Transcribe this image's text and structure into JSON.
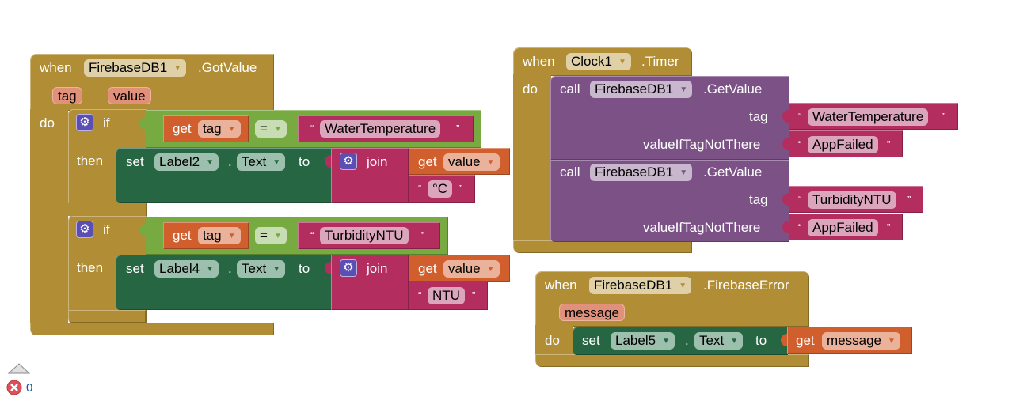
{
  "workspace": {
    "warning_count": "0",
    "error_count": "0"
  },
  "keywords": {
    "when": "when",
    "do": "do",
    "if": "if",
    "then": "then",
    "set": "set",
    "to": "to",
    "get": "get",
    "join": "join",
    "call": "call",
    "dot": ".",
    "open_quote": "“",
    "close_quote": "”",
    "equals": "="
  },
  "blocks": {
    "got_value": {
      "component": "FirebaseDB1",
      "event": ".GotValue",
      "params": [
        "tag",
        "value"
      ],
      "if1": {
        "compare_var": "tag",
        "operator": "=",
        "compare_text": "WaterTemperature",
        "set_component": "Label2",
        "set_property": "Text",
        "join_var": "value",
        "join_text": "°C"
      },
      "if2": {
        "compare_var": "tag",
        "operator": "=",
        "compare_text": "TurbidityNTU",
        "set_component": "Label4",
        "set_property": "Text",
        "join_var": "value",
        "join_text": "NTU"
      }
    },
    "clock_timer": {
      "component": "Clock1",
      "event": ".Timer",
      "calls": [
        {
          "component": "FirebaseDB1",
          "method": ".GetValue",
          "tag_label": "tag",
          "tag_value": "WaterTemperature",
          "default_label": "valueIfTagNotThere",
          "default_value": "AppFailed"
        },
        {
          "component": "FirebaseDB1",
          "method": ".GetValue",
          "tag_label": "tag",
          "tag_value": "TurbidityNTU",
          "default_label": "valueIfTagNotThere",
          "default_value": "AppFailed"
        }
      ]
    },
    "firebase_error": {
      "component": "FirebaseDB1",
      "event": ".FirebaseError",
      "param": "message",
      "set_component": "Label5",
      "set_property": "Text",
      "get_var": "message"
    }
  }
}
